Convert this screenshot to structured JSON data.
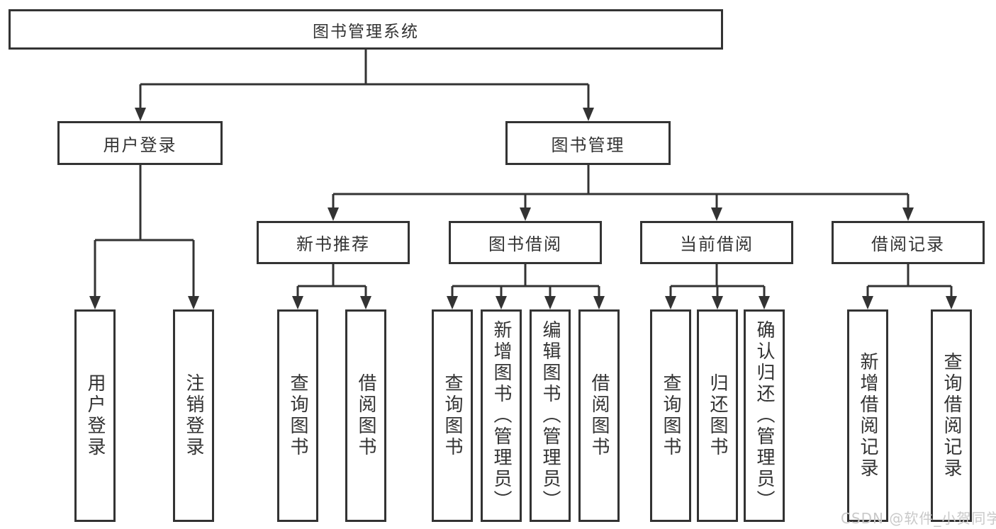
{
  "diagram": {
    "root": {
      "label": "图书管理系统"
    },
    "level2": [
      {
        "label": "用户登录"
      },
      {
        "label": "图书管理"
      }
    ],
    "level3": [
      {
        "label": "新书推荐",
        "parent": "图书管理"
      },
      {
        "label": "图书借阅",
        "parent": "图书管理"
      },
      {
        "label": "当前借阅",
        "parent": "图书管理"
      },
      {
        "label": "借阅记录",
        "parent": "图书管理"
      }
    ],
    "leaves": [
      {
        "label": "用户登录",
        "parent": "用户登录"
      },
      {
        "label": "注销登录",
        "parent": "用户登录"
      },
      {
        "label": "查询图书",
        "parent": "新书推荐"
      },
      {
        "label": "借阅图书",
        "parent": "新书推荐"
      },
      {
        "label": "查询图书",
        "parent": "图书借阅"
      },
      {
        "label": "新增图书（管理员）",
        "parent": "图书借阅"
      },
      {
        "label": "编辑图书（管理员）",
        "parent": "图书借阅"
      },
      {
        "label": "借阅图书",
        "parent": "图书借阅"
      },
      {
        "label": "查询图书",
        "parent": "当前借阅"
      },
      {
        "label": "归还图书",
        "parent": "当前借阅"
      },
      {
        "label": "确认归还（管理员）",
        "parent": "当前借阅"
      },
      {
        "label": "新增借阅记录",
        "parent": "借阅记录"
      },
      {
        "label": "查询借阅记录",
        "parent": "借阅记录"
      }
    ],
    "watermark": "CSDN @软件_小贺同学",
    "colors": {
      "line": "#333333",
      "box_bg": "#ffffff",
      "text": "#333333",
      "watermark": "#c9c9c9",
      "background": "#ffffff"
    }
  }
}
